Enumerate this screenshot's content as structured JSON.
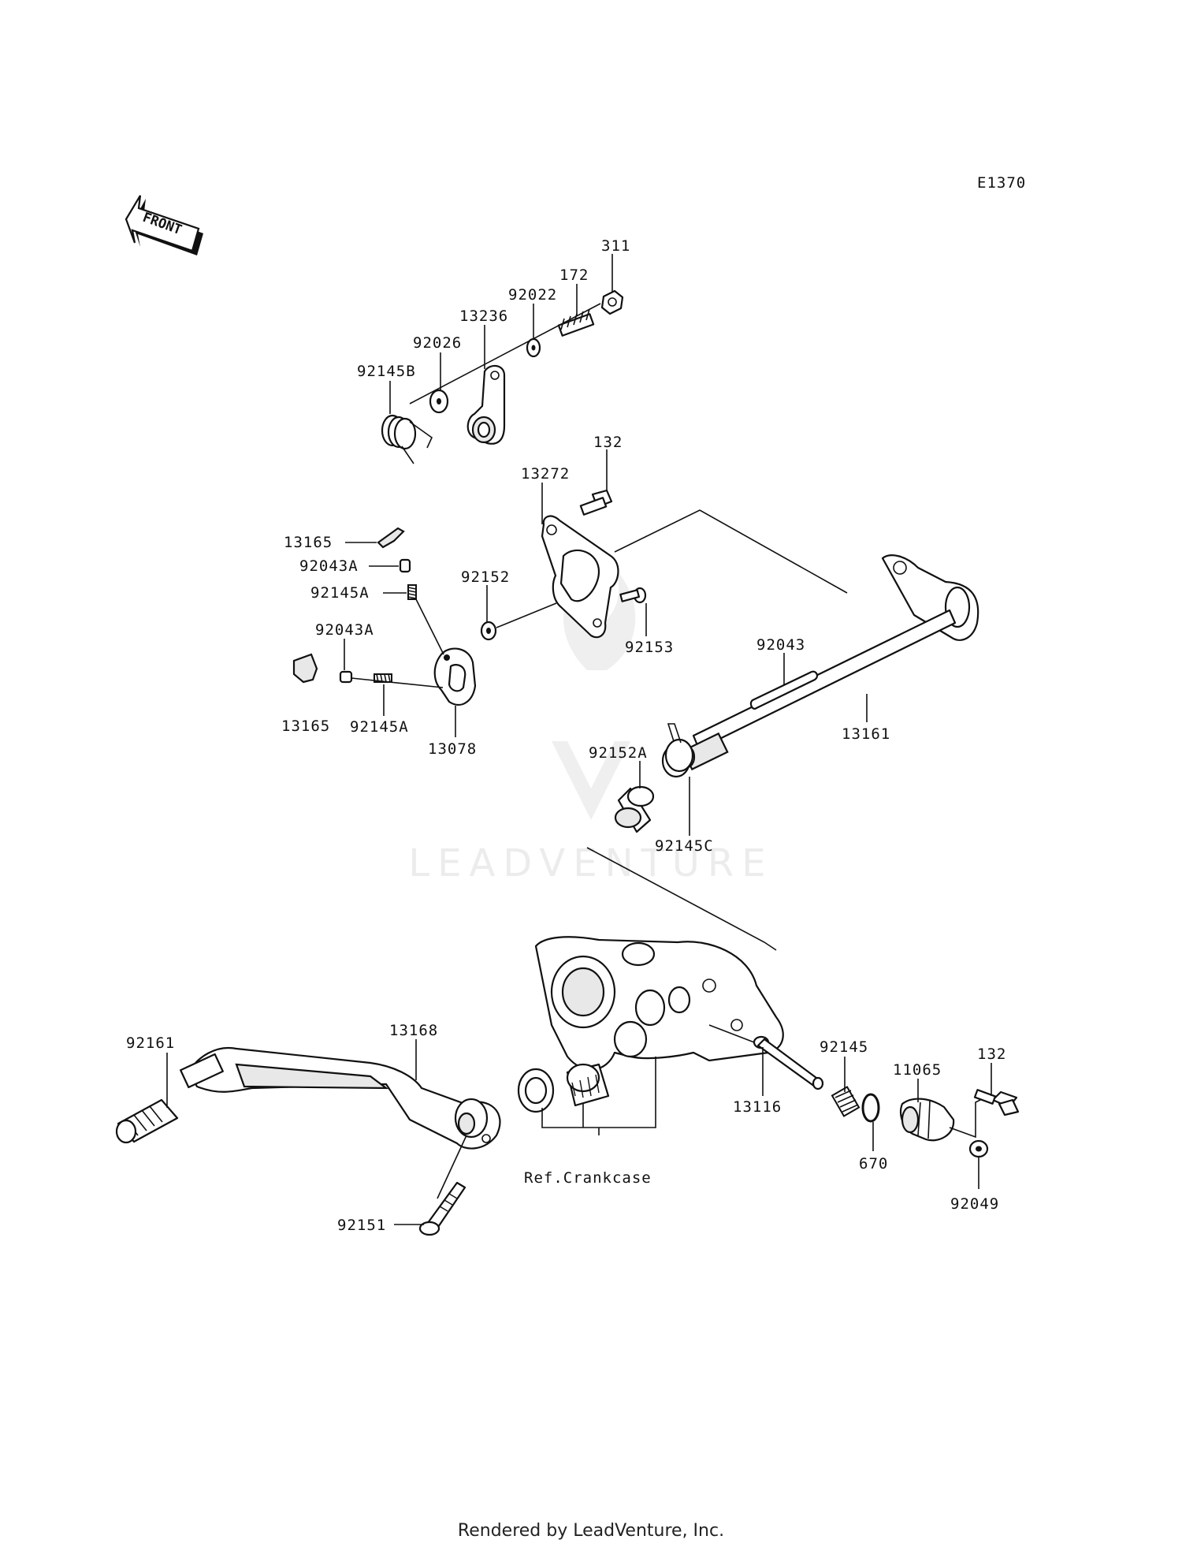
{
  "diagram": {
    "code": "E1370",
    "front_label": "FRONT",
    "watermark": "LEADVENTURE",
    "footer": "Rendered by LeadVenture, Inc.",
    "reference_label": "Ref.Crankcase",
    "parts": [
      {
        "id": "p311",
        "label": "311"
      },
      {
        "id": "p172",
        "label": "172"
      },
      {
        "id": "p92022",
        "label": "92022"
      },
      {
        "id": "p13236",
        "label": "13236"
      },
      {
        "id": "p92026",
        "label": "92026"
      },
      {
        "id": "p92145B",
        "label": "92145B"
      },
      {
        "id": "p132a",
        "label": "132"
      },
      {
        "id": "p13272",
        "label": "13272"
      },
      {
        "id": "p13165a",
        "label": "13165"
      },
      {
        "id": "p92043Aa",
        "label": "92043A"
      },
      {
        "id": "p92145Aa",
        "label": "92145A"
      },
      {
        "id": "p92152",
        "label": "92152"
      },
      {
        "id": "p92153",
        "label": "92153"
      },
      {
        "id": "p92043Ab",
        "label": "92043A"
      },
      {
        "id": "p13165b",
        "label": "13165"
      },
      {
        "id": "p92145Ab",
        "label": "92145A"
      },
      {
        "id": "p13078",
        "label": "13078"
      },
      {
        "id": "p92043",
        "label": "92043"
      },
      {
        "id": "p13161",
        "label": "13161"
      },
      {
        "id": "p92152A",
        "label": "92152A"
      },
      {
        "id": "p92145C",
        "label": "92145C"
      },
      {
        "id": "p92161",
        "label": "92161"
      },
      {
        "id": "p13168",
        "label": "13168"
      },
      {
        "id": "p92145",
        "label": "92145"
      },
      {
        "id": "p132b",
        "label": "132"
      },
      {
        "id": "p11065",
        "label": "11065"
      },
      {
        "id": "p13116",
        "label": "13116"
      },
      {
        "id": "p670",
        "label": "670"
      },
      {
        "id": "p92049",
        "label": "92049"
      },
      {
        "id": "p92151",
        "label": "92151"
      }
    ]
  }
}
